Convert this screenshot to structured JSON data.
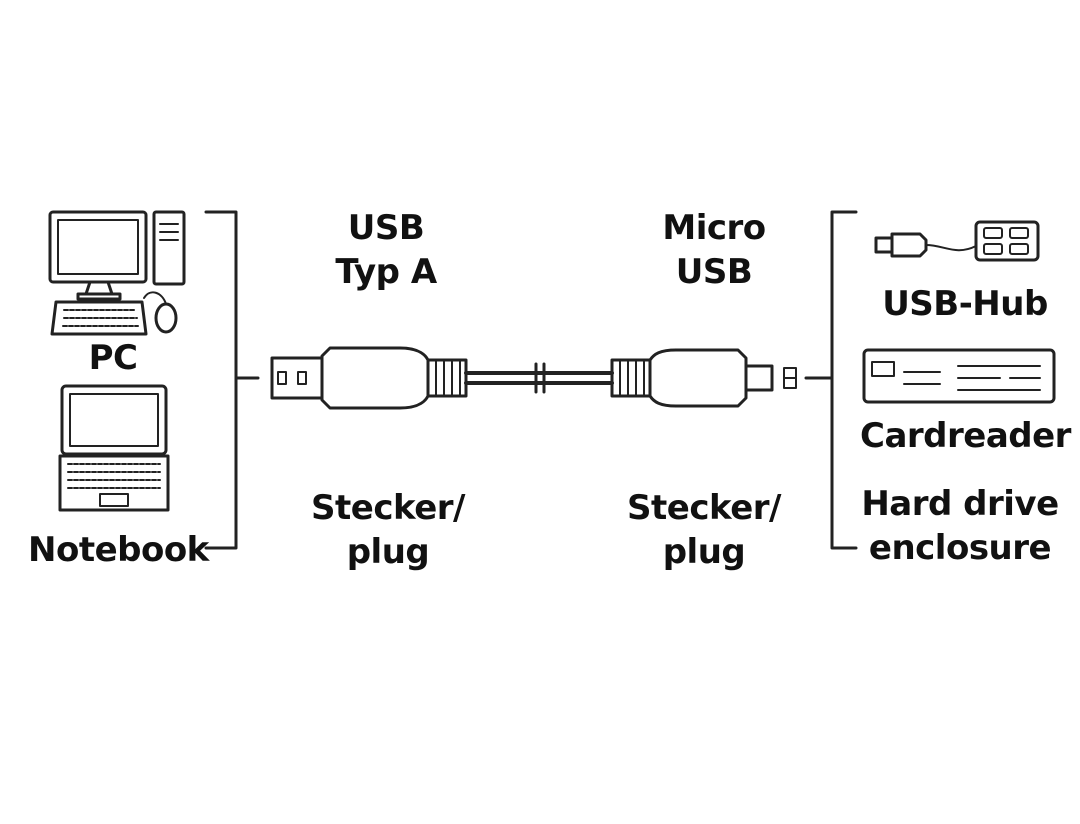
{
  "left_devices": {
    "pc": "PC",
    "notebook": "Notebook"
  },
  "connector_a": {
    "line1": "USB",
    "line2": "Typ A",
    "plug_line1": "Stecker/",
    "plug_line2": "plug"
  },
  "connector_b": {
    "line1": "Micro",
    "line2": "USB",
    "plug_line1": "Stecker/",
    "plug_line2": "plug"
  },
  "right_devices": {
    "hub": "USB-Hub",
    "cardreader": "Cardreader",
    "enclosure_line1": "Hard drive",
    "enclosure_line2": "enclosure"
  }
}
